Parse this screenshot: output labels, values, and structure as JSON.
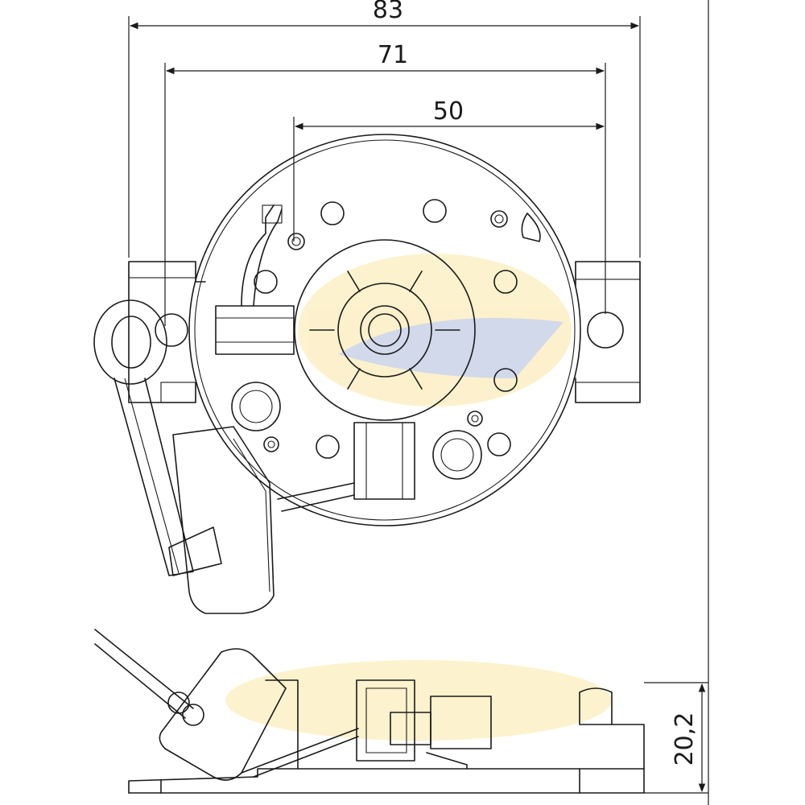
{
  "dimensions": {
    "width_overall": "83",
    "mounting_span": "71",
    "core_width": "50",
    "height": "20,2"
  },
  "colors": {
    "line": "#1a1a1a",
    "watermark_yellow": "#f2c21b",
    "watermark_blue": "#3355a8"
  }
}
